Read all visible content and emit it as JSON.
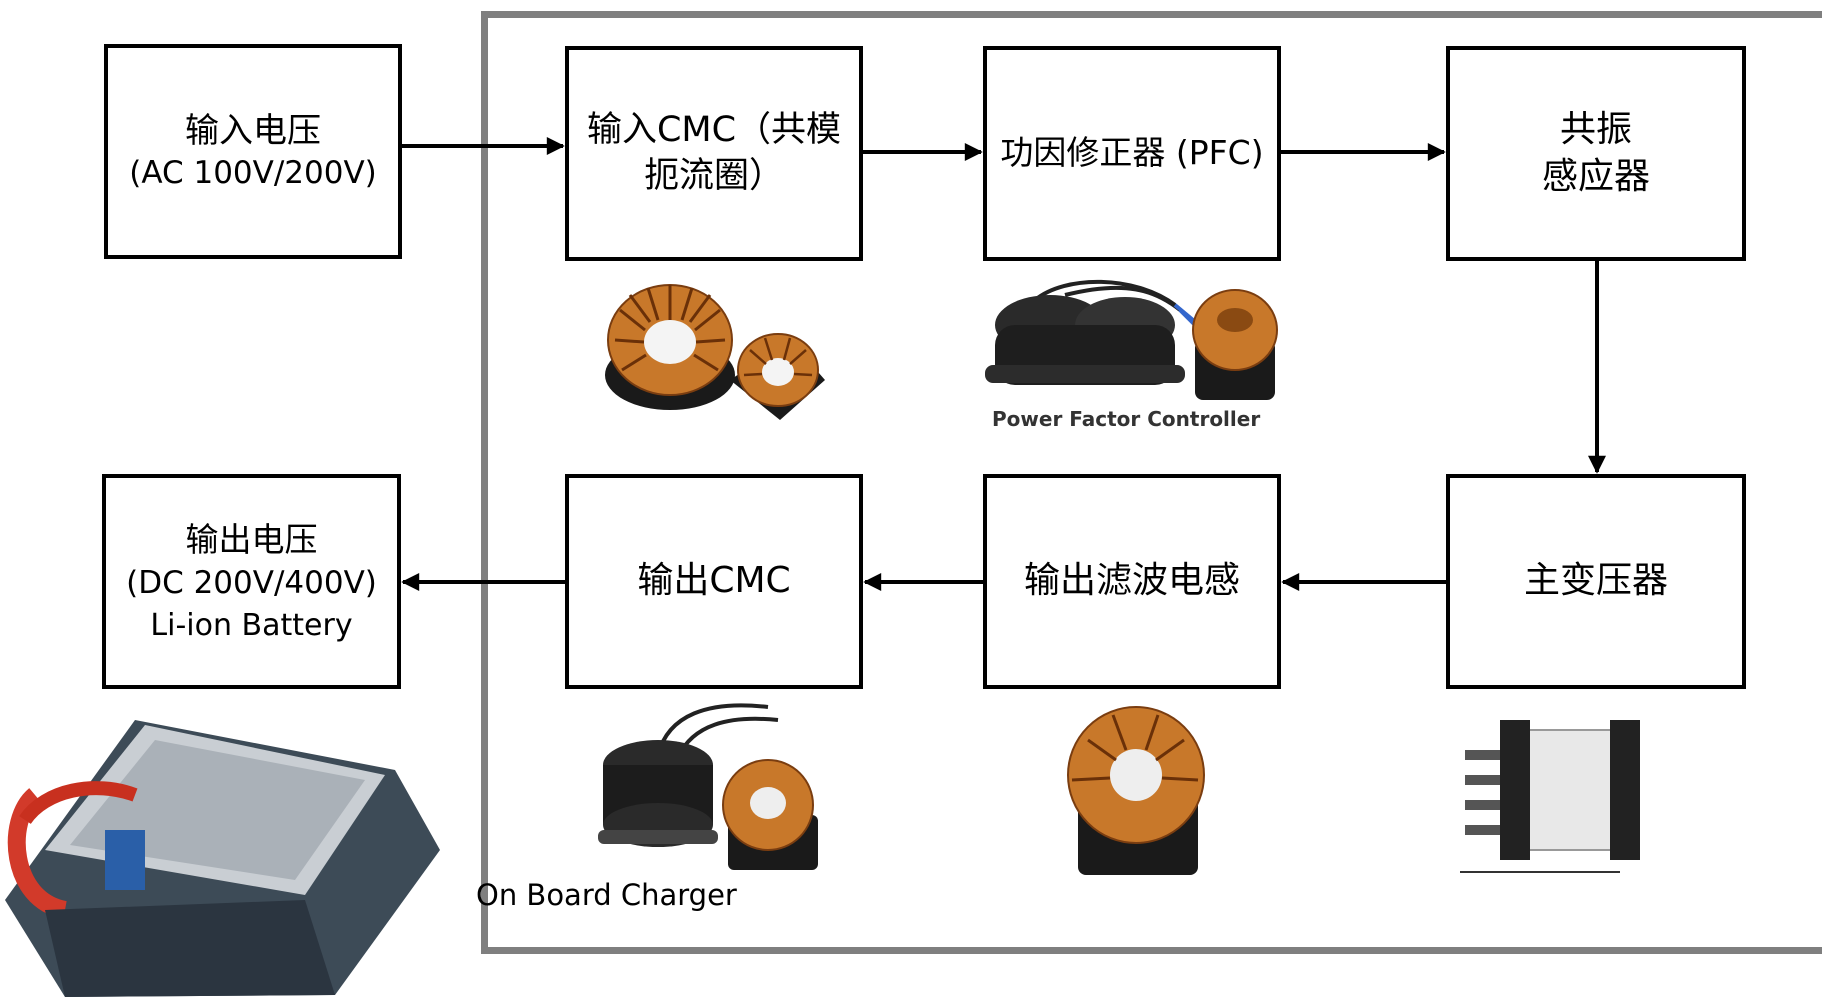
{
  "frame": {
    "label": "On Board Charger"
  },
  "boxes": {
    "input_voltage": {
      "line1": "输入电压",
      "line2": "(AC 100V/200V)"
    },
    "input_cmc": {
      "line1": "输入CMC（共模",
      "line2": "扼流圈）"
    },
    "pfc": {
      "line1": "功因修正器 (PFC)"
    },
    "resonant_inductor": {
      "line1": "共振",
      "line2": "感应器"
    },
    "main_transformer": {
      "line1": "主变压器"
    },
    "output_filter_inductor": {
      "line1": "输出滤波电感"
    },
    "output_cmc": {
      "line1": "输出CMC"
    },
    "output_voltage": {
      "line1": "输出电压",
      "line2": "(DC 200V/400V)",
      "line3": "Li-ion Battery"
    }
  },
  "photos": {
    "pfc_caption": "Power Factor Controller"
  },
  "colors": {
    "frame": "#7f7f7f",
    "box_border": "#000000",
    "arrow": "#000000",
    "copper": "#c8782a"
  }
}
